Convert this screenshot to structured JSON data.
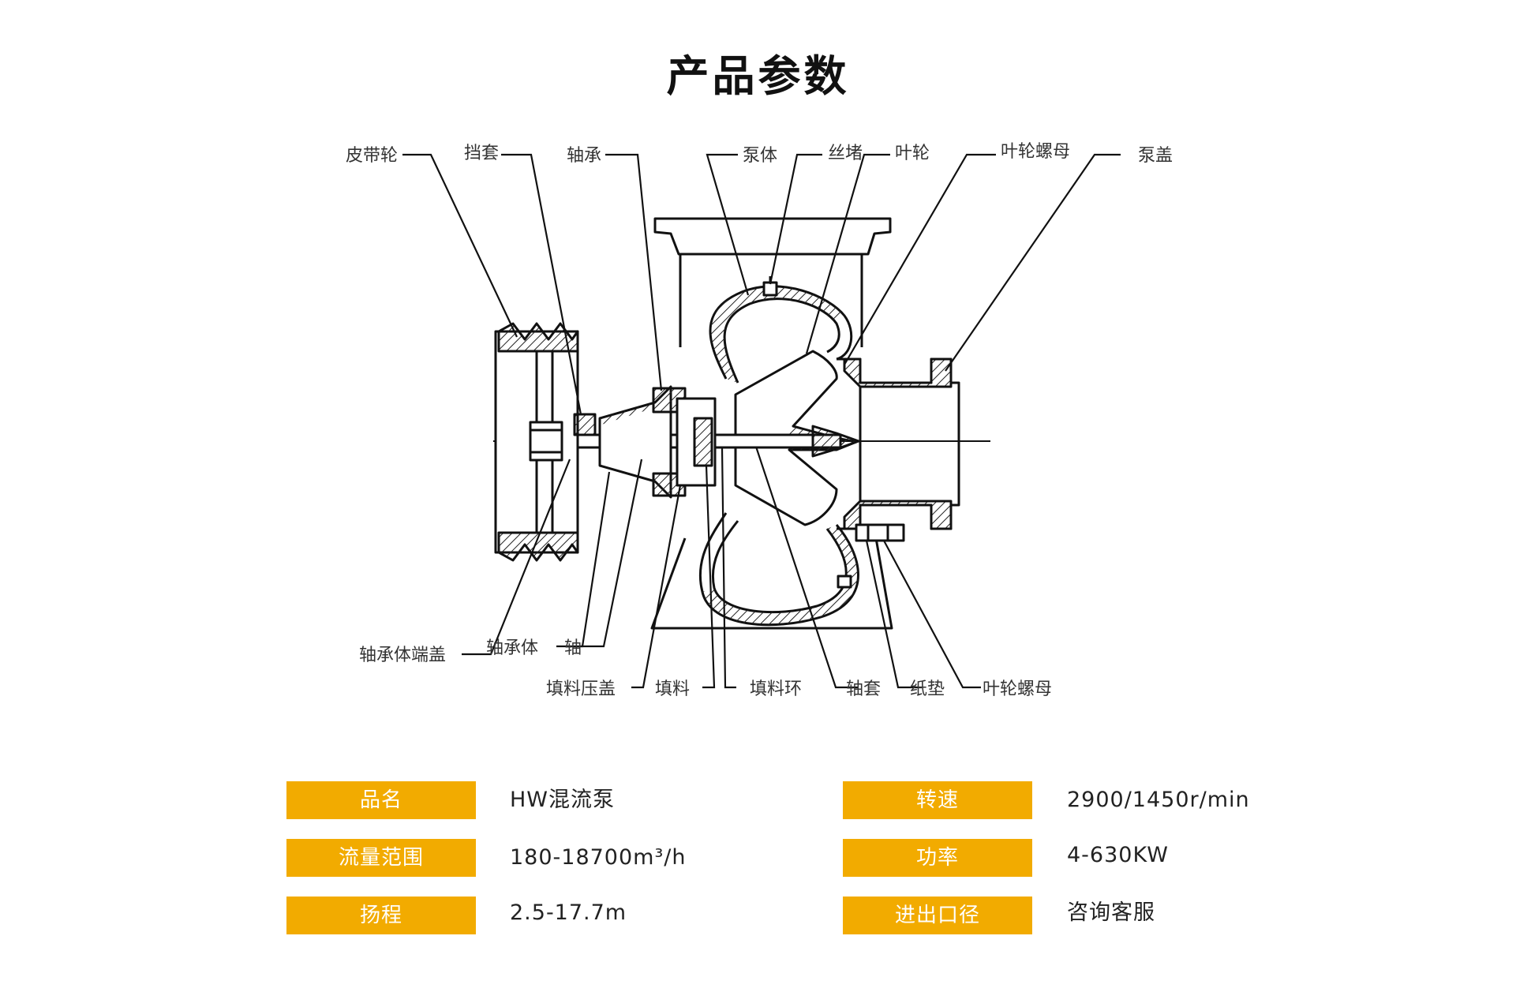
{
  "title": "产品参数",
  "callouts": {
    "belt_pulley": "皮带轮",
    "retaining_sleeve": "挡套",
    "bearing": "轴承",
    "pump_body": "泵体",
    "screw_plug": "丝堵",
    "impeller": "叶轮",
    "impeller_nut_top": "叶轮螺母",
    "pump_cover": "泵盖",
    "bearing_end_cover": "轴承体端盖",
    "bearing_body": "轴承体",
    "shaft": "轴",
    "packing_gland": "填料压盖",
    "packing": "填料",
    "packing_ring": "填料环",
    "shaft_sleeve": "轴套",
    "paper_gasket": "纸垫",
    "impeller_nut_bottom": "叶轮螺母"
  },
  "params": {
    "left": [
      {
        "key": "品名",
        "value": "HW混流泵"
      },
      {
        "key": "流量范围",
        "value": "180-18700m³/h"
      },
      {
        "key": "扬程",
        "value": "2.5-17.7m"
      }
    ],
    "right": [
      {
        "key": "转速",
        "value": "2900/1450r/min"
      },
      {
        "key": "功率",
        "value": "4-630KW"
      },
      {
        "key": "进出口径",
        "value": "咨询客服"
      }
    ]
  },
  "colors": {
    "accent": "#f2ab00",
    "line": "#111111",
    "hatch": "#222222"
  }
}
